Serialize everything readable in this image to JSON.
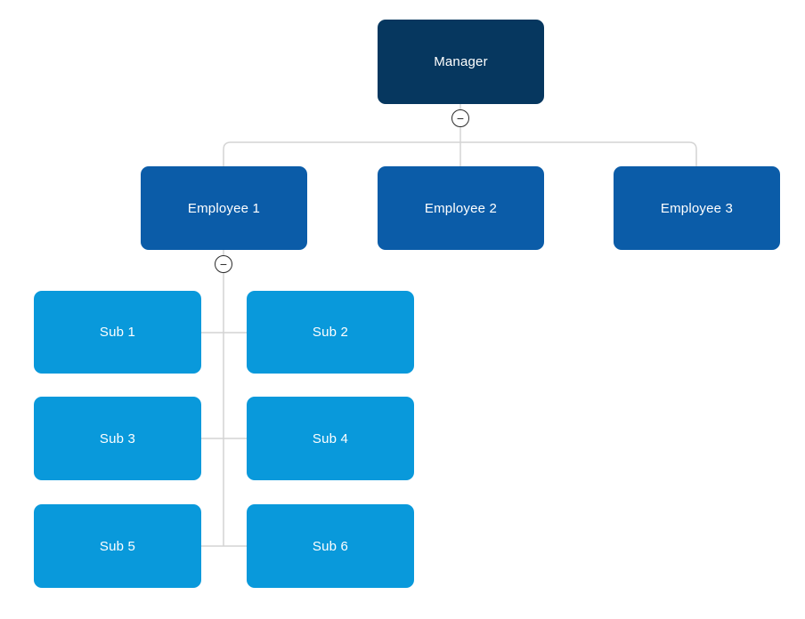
{
  "diagram": {
    "type": "org-chart",
    "hierarchy": {
      "label": "Manager",
      "collapsible": true,
      "children": [
        {
          "label": "Employee 1",
          "collapsible": true,
          "children": [
            {
              "label": "Sub 1"
            },
            {
              "label": "Sub 2"
            },
            {
              "label": "Sub 3"
            },
            {
              "label": "Sub 4"
            },
            {
              "label": "Sub 5"
            },
            {
              "label": "Sub 6"
            }
          ]
        },
        {
          "label": "Employee 2"
        },
        {
          "label": "Employee 3"
        }
      ]
    }
  },
  "labels": {
    "manager": "Manager",
    "employee1": "Employee 1",
    "employee2": "Employee 2",
    "employee3": "Employee 3",
    "sub1": "Sub 1",
    "sub2": "Sub 2",
    "sub3": "Sub 3",
    "sub4": "Sub 4",
    "sub5": "Sub 5",
    "sub6": "Sub 6"
  },
  "icons": {
    "collapse_glyph": "−"
  },
  "colors": {
    "manager": "#06375f",
    "employee": "#0b5ca8",
    "sub": "#0999db",
    "connector": "#d4d4d4",
    "text": "#ffffff"
  }
}
